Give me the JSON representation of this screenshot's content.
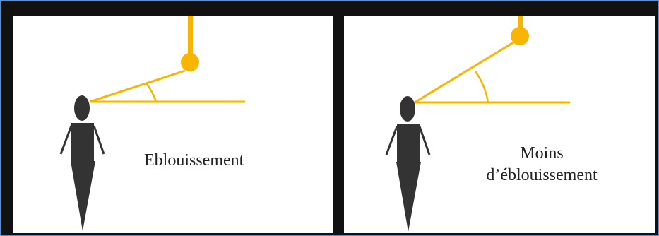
{
  "colors": {
    "frame_border": "#5b8fd0",
    "frame_fill": "#111111",
    "panel_fill": "#ffffff",
    "lamp": "#f7b500",
    "figure": "#333333",
    "text": "#222222"
  },
  "panels": [
    {
      "caption": "Eblouissement",
      "icons": [
        "ceiling-lamp-icon",
        "person-icon",
        "angle-arc-icon"
      ]
    },
    {
      "caption_line1": "Moins",
      "caption_line2": "d’éblouissement",
      "icons": [
        "ceiling-lamp-icon",
        "person-icon",
        "angle-arc-icon"
      ]
    }
  ]
}
